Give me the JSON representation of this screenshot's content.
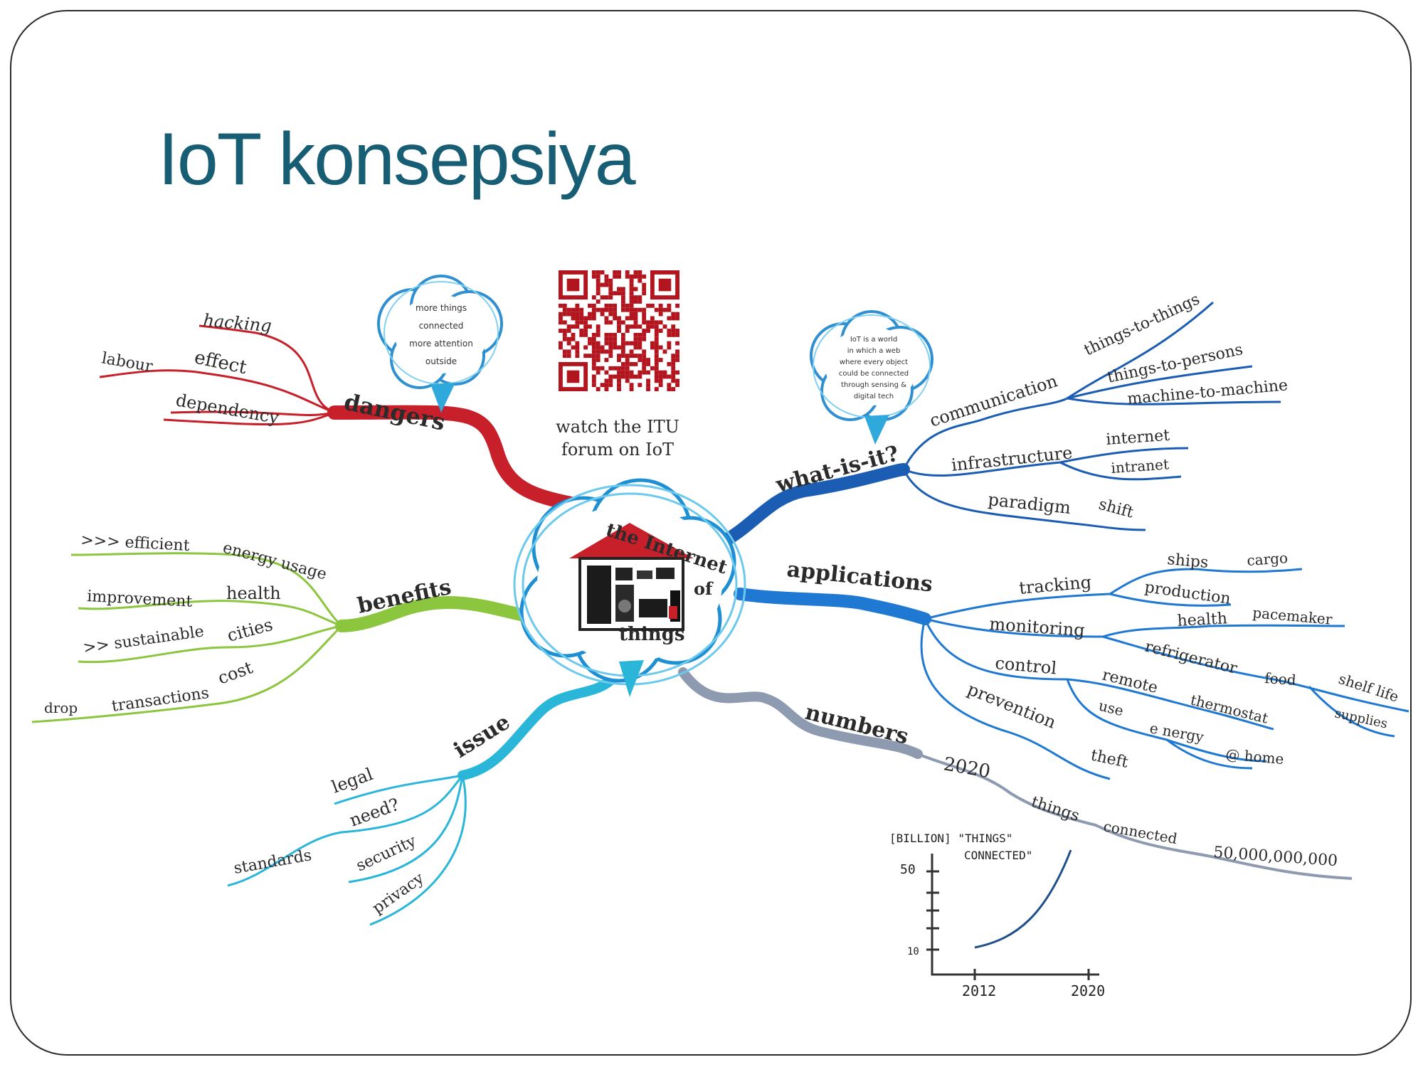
{
  "title": "IoT konsepsiya",
  "center": {
    "line1": "the Internet",
    "line2": "of",
    "line3": "things"
  },
  "qr": {
    "caption_line1": "watch the ITU",
    "caption_line2": "forum on IoT"
  },
  "cloud_left": [
    "more things",
    "connected",
    "more attention",
    "outside"
  ],
  "cloud_right": [
    "IoT is a world",
    "in which a web",
    "where every object",
    "could be connected",
    "through sensing &",
    "digital tech"
  ],
  "branches": {
    "dangers": {
      "label": "dangers",
      "color": "#c8202b",
      "leaves": [
        "hacking",
        "labour",
        "effect",
        "dependency"
      ]
    },
    "benefits": {
      "label": "benefits",
      "color": "#8cc63f",
      "leaves": [
        ">>> efficient",
        "energy usage",
        "improvement",
        "health",
        ">> sustainable",
        "cities",
        "drop",
        "transactions",
        "cost"
      ]
    },
    "issue": {
      "label": "issue",
      "color": "#29b6d8",
      "leaves": [
        "legal",
        "need?",
        "standards",
        "security",
        "privacy"
      ]
    },
    "what": {
      "label": "what-is-it?",
      "color": "#1b5db3",
      "leaves": [
        "communication",
        "things-to-things",
        "things-to-persons",
        "machine-to-machine",
        "infrastructure",
        "internet",
        "intranet",
        "paradigm",
        "shift"
      ]
    },
    "applications": {
      "label": "applications",
      "color": "#1f78d1",
      "leaves": [
        "tracking",
        "ships",
        "cargo",
        "production",
        "monitoring",
        "health",
        "pacemaker",
        "refrigerator",
        "food",
        "shelf life",
        "supplies",
        "control",
        "remote",
        "thermostat",
        "use",
        "e nergy",
        "@ home",
        "prevention",
        "theft"
      ]
    },
    "numbers": {
      "label": "numbers",
      "color": "#8d9ab0",
      "leaves": [
        "2020",
        "things",
        "connected",
        "50,000,000,000"
      ]
    }
  },
  "sketch": {
    "title_line1": "[BILLION] \"THINGS\"",
    "title_line2": "CONNECTED\"",
    "y_top": "50",
    "y_bottom": "10",
    "x_left": "2012",
    "x_right": "2020"
  },
  "colors": {
    "title": "#175e74",
    "cloud": "#2fa8dc",
    "house_roof": "#c8202b"
  }
}
